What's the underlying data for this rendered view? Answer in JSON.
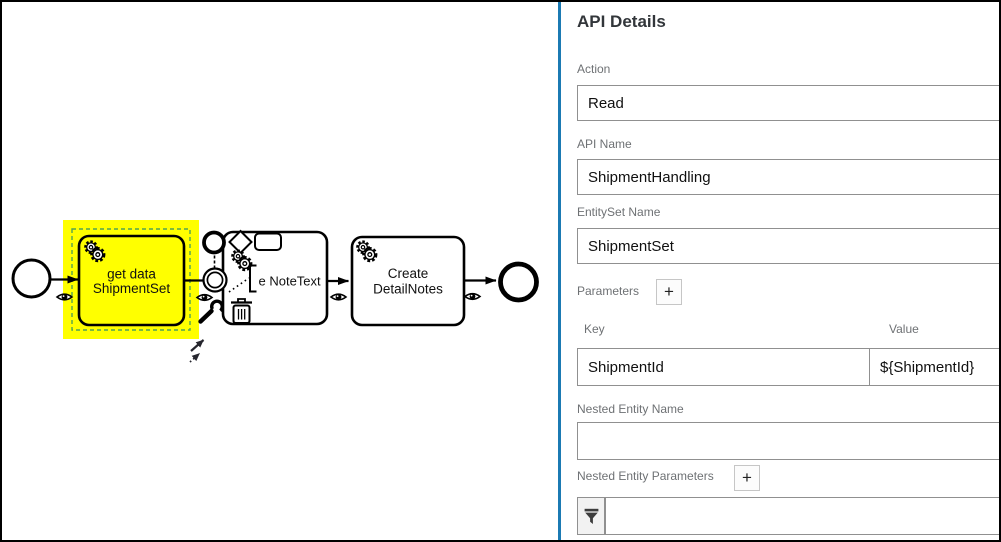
{
  "colors": {
    "panel_accent_blue": "#1b7ab3",
    "highlight_yellow": "#ffff00",
    "selection_dash_green": "#52a352",
    "shape_stroke": "#000000",
    "label_gray": "#6e7174"
  },
  "icons": {
    "service_task": "double-gear-icon",
    "overlay": "eye-icon",
    "context_pad": [
      "end-event-icon",
      "gateway-icon",
      "task-icon",
      "gear-icon",
      "intermediate-event-icon",
      "text-annotation-icon",
      "wrench-icon",
      "trash-icon",
      "connect-arrows-icon"
    ],
    "filter": "funnel-icon",
    "add": "plus-icon"
  },
  "diagram": {
    "task_get_data": {
      "line1": "get data",
      "line2": "ShipmentSet"
    },
    "task_create": {
      "line1": "Create",
      "line2": "DetailNotes"
    },
    "annotation": {
      "text": "e NoteText"
    }
  },
  "panel": {
    "title": "API Details",
    "fields": [
      {
        "label": "Action",
        "value": "Read"
      },
      {
        "label": "API Name",
        "value": "ShipmentHandling"
      },
      {
        "label": "EntitySet Name",
        "value": "ShipmentSet"
      }
    ],
    "parameters": {
      "label": "Parameters",
      "add_button": "+",
      "columns": {
        "key": "Key",
        "value": "Value"
      },
      "rows": [
        {
          "key": "ShipmentId",
          "value": "${ShipmentId}"
        }
      ]
    },
    "nested_entity_name": {
      "label": "Nested Entity Name",
      "value": ""
    },
    "nested_entity_parameters": {
      "label": "Nested Entity Parameters",
      "add_button": "+"
    },
    "filter_row": {
      "value": ""
    }
  }
}
